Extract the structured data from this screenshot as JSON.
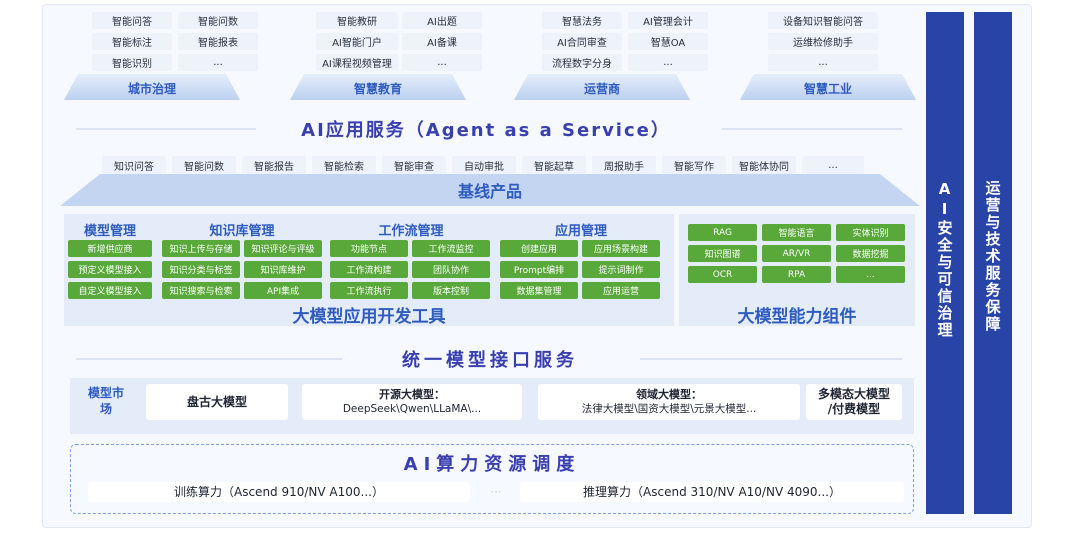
{
  "top_scenarios": [
    {
      "label": "城市治理",
      "items": [
        "智能问答",
        "智能问数",
        "智能标注",
        "智能报表",
        "智能识别",
        "..."
      ]
    },
    {
      "label": "智慧教育",
      "items": [
        "智能教研",
        "AI出题",
        "AI智能门户",
        "AI备课",
        "AI课程视频管理",
        "..."
      ]
    },
    {
      "label": "运营商",
      "items": [
        "智慧法务",
        "AI管理会计",
        "AI合同审查",
        "智慧OA",
        "流程数字分身",
        "..."
      ]
    },
    {
      "label": "智慧工业",
      "items": [
        "设备知识智能问答",
        "运维检修助手",
        "..."
      ]
    }
  ],
  "aas_title": "AI应用服务（Agent as a Service）",
  "baseline": {
    "items": [
      "知识问答",
      "智能问数",
      "智能报告",
      "智能检索",
      "智能审查",
      "自动审批",
      "智能起草",
      "周报助手",
      "智能写作",
      "智能体协同",
      "..."
    ],
    "label": "基线产品"
  },
  "dev_tools": {
    "groups": [
      {
        "title": "模型管理",
        "items": [
          "新增供应商",
          "预定义模型接入",
          "自定义模型接入"
        ]
      },
      {
        "title": "知识库管理",
        "items": [
          "知识上传与存储",
          "知识评论与评级",
          "知识分类与标签",
          "知识库维护",
          "知识搜索与检索",
          "API集成"
        ]
      },
      {
        "title": "工作流管理",
        "items": [
          "功能节点",
          "工作流监控",
          "工作流构建",
          "团队协作",
          "工作流执行",
          "版本控制"
        ]
      },
      {
        "title": "应用管理",
        "items": [
          "创建应用",
          "应用场景构建",
          "Prompt编排",
          "提示词制作",
          "数据集管理",
          "应用运营"
        ]
      }
    ],
    "label": "大模型应用开发工具"
  },
  "capabilities": {
    "items": [
      "RAG",
      "智能语言",
      "实体识别",
      "知识图谱",
      "AR/VR",
      "数据挖掘",
      "OCR",
      "RPA",
      "..."
    ],
    "label": "大模型能力组件"
  },
  "model_interface_title": "统一模型接口服务",
  "model_market": {
    "label": "模型市场",
    "boxes": [
      {
        "line1": "盘古大模型",
        "line2": ""
      },
      {
        "line1": "开源大模型：",
        "line2": "DeepSeek\\Qwen\\LLaMA\\..."
      },
      {
        "line1": "领域大模型：",
        "line2": "法律大模型\\国资大模型\\元景大模型..."
      },
      {
        "line1": "多模态大模型",
        "line2": "/付费模型"
      }
    ]
  },
  "compute": {
    "title": "AI算力资源调度",
    "training": "训练算力（Ascend 910/NV A100...）",
    "inference": "推理算力（Ascend 310/NV A10/NV 4090...）"
  },
  "side_bars": [
    "AI安全与可信治理",
    "运营与技术服务保障"
  ],
  "colors": {
    "accent_blue": "#2e5cbf",
    "bar_navy": "#2844a6",
    "green": "#58a83a",
    "title_purple": "#3a3fb0"
  }
}
